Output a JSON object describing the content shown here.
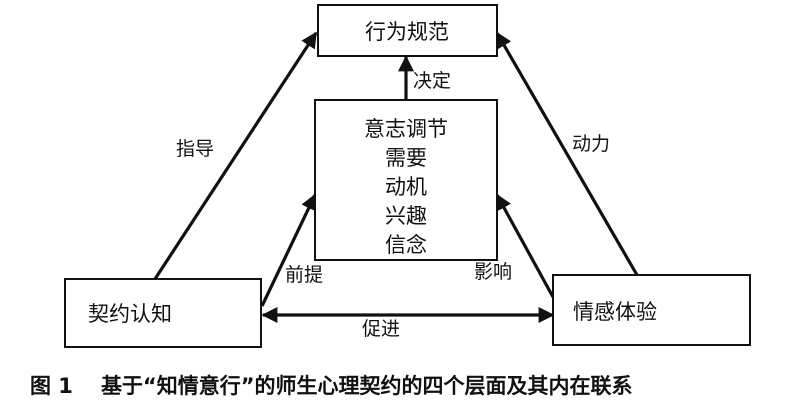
{
  "nodes": {
    "top": "行为规范",
    "left": "契约认知",
    "right": "情感体验",
    "center": [
      "意志调节",
      "需要",
      "动机",
      "兴趣",
      "信念"
    ]
  },
  "edges": {
    "left_to_top": "指导",
    "right_to_top": "动力",
    "center_to_top": "决定",
    "left_to_center": "前提",
    "right_to_center": "影响",
    "left_right": "促进"
  },
  "caption": {
    "number": "图 1",
    "text": "基于“知情意行”的师生心理契约的四个层面及其内在联系"
  }
}
